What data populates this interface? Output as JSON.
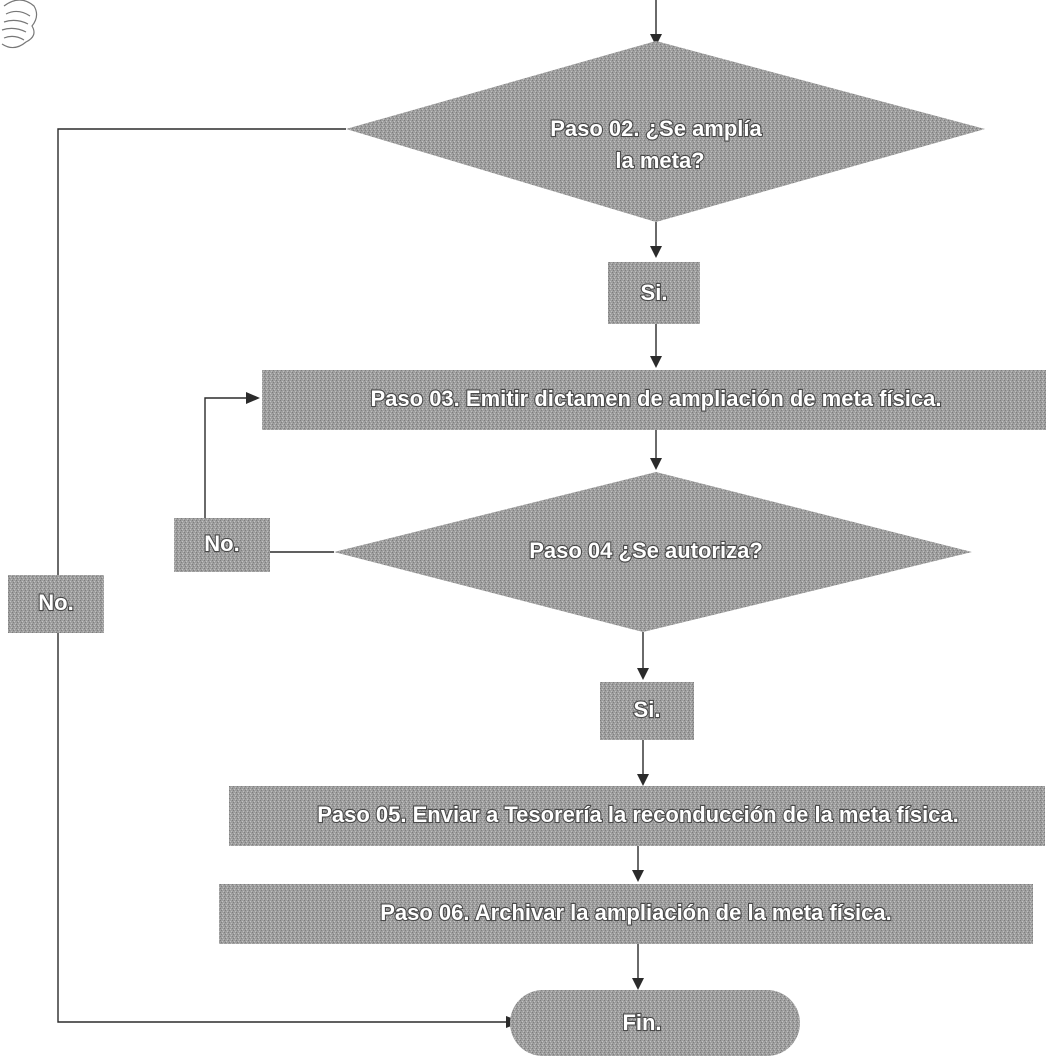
{
  "diagram": {
    "type": "flowchart",
    "nodes": {
      "decision_02": {
        "line1": "Paso 02. ¿Se amplía",
        "line2": "la meta?"
      },
      "yes_02": {
        "label": "Si."
      },
      "step_03": {
        "label": "Paso 03. Emitir dictamen de ampliación de meta física."
      },
      "decision_04": {
        "label": "Paso 04 ¿Se autoriza?"
      },
      "no_04": {
        "label": "No."
      },
      "no_02": {
        "label": "No."
      },
      "yes_04": {
        "label": "Si."
      },
      "step_05": {
        "label": "Paso 05. Enviar a Tesorería la reconducción de la meta física."
      },
      "step_06": {
        "label": "Paso 06. Archivar la ampliación de la meta física."
      },
      "end": {
        "label": "Fin."
      }
    },
    "edges": [
      {
        "from": "start",
        "to": "decision_02"
      },
      {
        "from": "decision_02",
        "to": "yes_02"
      },
      {
        "from": "yes_02",
        "to": "step_03"
      },
      {
        "from": "step_03",
        "to": "decision_04"
      },
      {
        "from": "decision_04",
        "to": "no_04"
      },
      {
        "from": "no_04",
        "to": "step_03"
      },
      {
        "from": "decision_04",
        "to": "yes_04"
      },
      {
        "from": "yes_04",
        "to": "step_05"
      },
      {
        "from": "step_05",
        "to": "step_06"
      },
      {
        "from": "step_06",
        "to": "end"
      },
      {
        "from": "decision_02",
        "to": "no_02"
      },
      {
        "from": "no_02",
        "to": "end"
      }
    ],
    "colors": {
      "shape_base": "#9e9e9e",
      "stipple_dark": "#7d7d7d",
      "stipple_light": "#c2c2c2",
      "text_fill": "#ffffff",
      "text_outline": "#4a4a4a",
      "connector": "#2b2b2b"
    }
  }
}
